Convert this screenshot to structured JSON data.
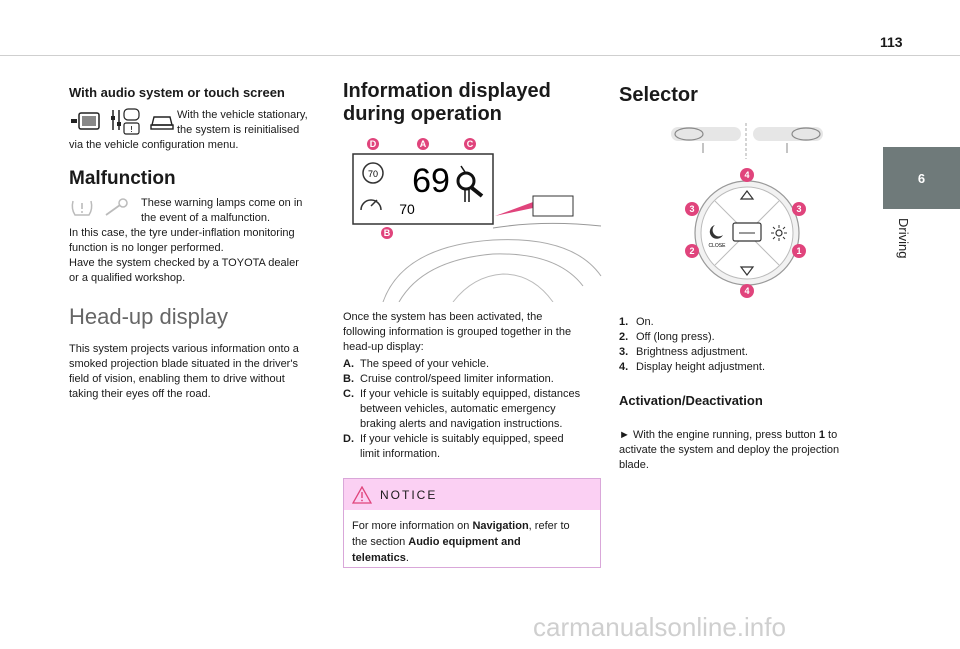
{
  "page_number": "113",
  "chapter": {
    "number": "6",
    "title": "Driving"
  },
  "col1": {
    "audio_heading": "With audio system or touch screen",
    "audio_text_line1": "With the vehicle stationary,",
    "audio_text_line2": "the system is reinitialised",
    "audio_text_line3": "via the vehicle configuration menu.",
    "malfunction_heading": "Malfunction",
    "malfunction_line1": "These warning lamps come on in",
    "malfunction_line2": "the event of a malfunction.",
    "malfunction_line3": "In this case, the tyre under-inflation monitoring",
    "malfunction_line4": "function is no longer performed.",
    "malfunction_line5": "Have the system checked by a TOYOTA dealer",
    "malfunction_line6": "or a qualified workshop.",
    "hud_heading": "Head-up display",
    "hud_line1": "This system projects various information onto a",
    "hud_line2": "smoked projection blade situated in the driver's",
    "hud_line3": "field of vision, enabling them to drive without",
    "hud_line4": "taking their eyes off the road."
  },
  "col2": {
    "heading_line1": "Information displayed",
    "heading_line2": "during operation",
    "hud_speed": "69",
    "hud_limit": "70",
    "hud_cruise": "70",
    "callouts": {
      "a": "A",
      "b": "B",
      "c": "C",
      "d": "D"
    },
    "intro_line1": "Once the system has been activated, the",
    "intro_line2": "following information is grouped together in the",
    "intro_line3": "head-up display:",
    "items": [
      {
        "key": "A.",
        "lines": [
          "The speed of your vehicle."
        ]
      },
      {
        "key": "B.",
        "lines": [
          "Cruise control/speed limiter information."
        ]
      },
      {
        "key": "C.",
        "lines": [
          "If your vehicle is suitably equipped, distances",
          "between vehicles, automatic emergency",
          "braking alerts and navigation instructions."
        ]
      },
      {
        "key": "D.",
        "lines": [
          "If your vehicle is suitably equipped, speed",
          "limit information."
        ]
      }
    ]
  },
  "notice": {
    "label": "NOTICE",
    "body_prefix": "For more information on ",
    "body_bold1": "Navigation",
    "body_mid": ", refer to",
    "body_line2_prefix": "the section ",
    "body_bold2": "Audio equipment and",
    "body_bold3": "telematics",
    "body_suffix": "."
  },
  "col3": {
    "heading": "Selector",
    "selector_close": "CLOSE",
    "selector_callouts": {
      "one": "1",
      "two": "2",
      "three": "3",
      "four": "4"
    },
    "items": [
      {
        "key": "1.",
        "text": "On."
      },
      {
        "key": "2.",
        "text": "Off (long press)."
      },
      {
        "key": "3.",
        "text": "Brightness adjustment."
      },
      {
        "key": "4.",
        "text": "Display height adjustment."
      }
    ],
    "activation_heading": "Activation/Deactivation",
    "bullet_glyph": "►",
    "bullet_line1_prefix": "With the engine running, press button ",
    "bullet_bold": "1",
    "bullet_line1_suffix": " to",
    "bullet_line2": "activate the system and deploy the projection",
    "bullet_line3": "blade."
  },
  "watermark": "carmanualsonline.info",
  "colors": {
    "tab": "#6f7a7a",
    "callout": "#e0447c",
    "notice_head": "#fbd0f3"
  }
}
